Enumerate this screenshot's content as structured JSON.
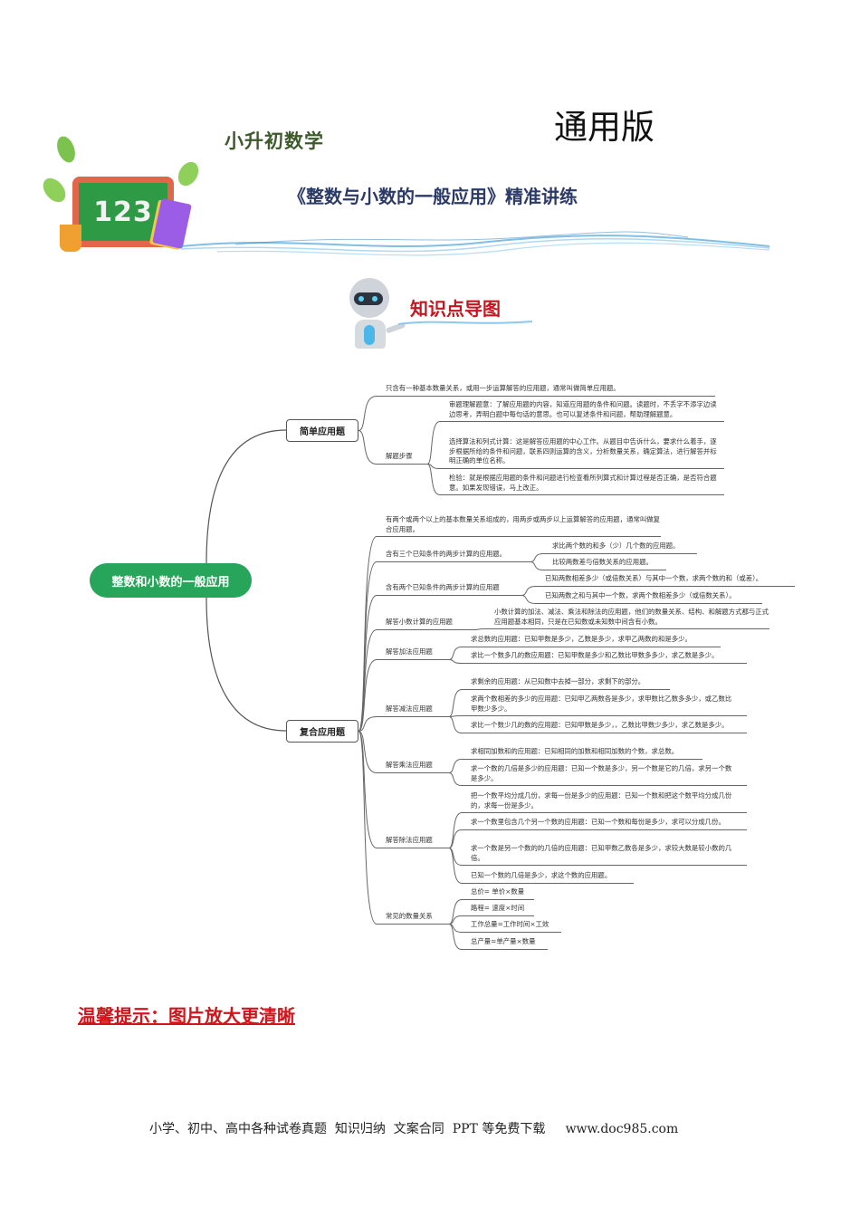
{
  "header": {
    "brand": "小升初数学",
    "edition": "通用版",
    "title": "《整数与小数的一般应用》精准讲练",
    "badge_digits": "123",
    "section_title": "知识点导图"
  },
  "mindmap": {
    "root": "整数和小数的一般应用",
    "simple": {
      "label": "简单应用题",
      "desc": "只含有一种基本数量关系，或用一步运算解答的应用题，通常叫做简单应用题。",
      "steps_label": "解题步骤",
      "steps": [
        "审题理解题意：了解应用题的内容，知道应用题的条件和问题。读题时，不丢字不添字边读边思考，弄明白题中每句话的意思。也可以复述条件和问题，帮助理解题意。",
        "选择算法和列式计算：这是解答应用题的中心工作。从题目中告诉什么，要求什么着手，逐步根据所给的条件和问题，联系四则运算的含义，分析数量关系，确定算法，进行解答并标明正确的单位名称。",
        "检验：就是根据应用题的条件和问题进行检查看所列算式和计算过程是否正确，是否符合题意。如果发现错误，马上改正。"
      ]
    },
    "complex": {
      "label": "复合应用题",
      "desc": "有两个或两个以上的基本数量关系组成的，用两步或两步以上运算解答的应用题，通常叫做复合应用题。",
      "branches": [
        {
          "label": "含有三个已知条件的两步计算的应用题。",
          "items": [
            "求比两个数的和多（少）几个数的应用题。",
            "比较两数差与倍数关系的应用题。"
          ]
        },
        {
          "label": "含有两个已知条件的两步计算的应用题",
          "items": [
            "已知两数相差多少（或倍数关系）与其中一个数，求两个数的和（或差）。",
            "已知两数之和与其中一个数，求两个数相差多少（或倍数关系）。"
          ]
        },
        {
          "label": "解答小数计算的应用题",
          "items": [
            "小数计算的加法、减法、乘法和除法的应用题，他们的数量关系、结构、和解题方式都与正式应用题基本相同，只是在已知数或未知数中间含有小数。"
          ]
        },
        {
          "label": "解答加法应用题",
          "items": [
            "求总数的应用题：已知甲数是多少，乙数是多少，求甲乙两数的和是多少。",
            "求比一个数多几的数应用题：已知甲数是多少和乙数比甲数多多少，求乙数是多少。"
          ]
        },
        {
          "label": "解答减法应用题",
          "items": [
            "求剩余的应用题：从已知数中去掉一部分，求剩下的部分。",
            "求两个数相差的多少的应用题：已知甲乙两数各是多少，求甲数比乙数多多少，或乙数比甲数少多少。",
            "求比一个数少几的数的应用题：已知甲数是多少，，乙数比甲数少多少，求乙数是多少。"
          ]
        },
        {
          "label": "解答乘法应用题",
          "items": [
            "求相同加数和的应用题：已知相同的加数和相同加数的个数，求总数。",
            "求一个数的几倍是多少的应用题：已知一个数是多少，另一个数是它的几倍，求另一个数是多少。"
          ]
        },
        {
          "label": "解答除法应用题",
          "items": [
            "把一个数平均分成几份，求每一份是多少的应用题：已知一个数和把这个数平均分成几份的，求每一份是多少。",
            "求一个数里包含几个另一个数的应用题：已知一个数和每份是多少，求可以分成几份。",
            "求一个数是另一个数的的几倍的应用题：已知甲数乙数各是多少，求较大数是较小数的几倍。",
            "已知一个数的几倍是多少，求这个数的应用题。"
          ]
        },
        {
          "label": "常见的数量关系",
          "items": [
            "总价= 单价×数量",
            "路程= 速度×时间",
            "工作总量=工作时间×工效",
            "总产量=单产量×数量"
          ]
        }
      ]
    }
  },
  "footer": {
    "tip": "温馨提示：图片放大更清晰",
    "line": "小学、初中、高中各种试卷真题  知识归纳  文案合同  PPT 等免费下载     www.doc985.com"
  },
  "colors": {
    "root": "#27a55a",
    "brand": "#3d5a2b",
    "title": "#2b3a66",
    "red": "#c4161f"
  }
}
